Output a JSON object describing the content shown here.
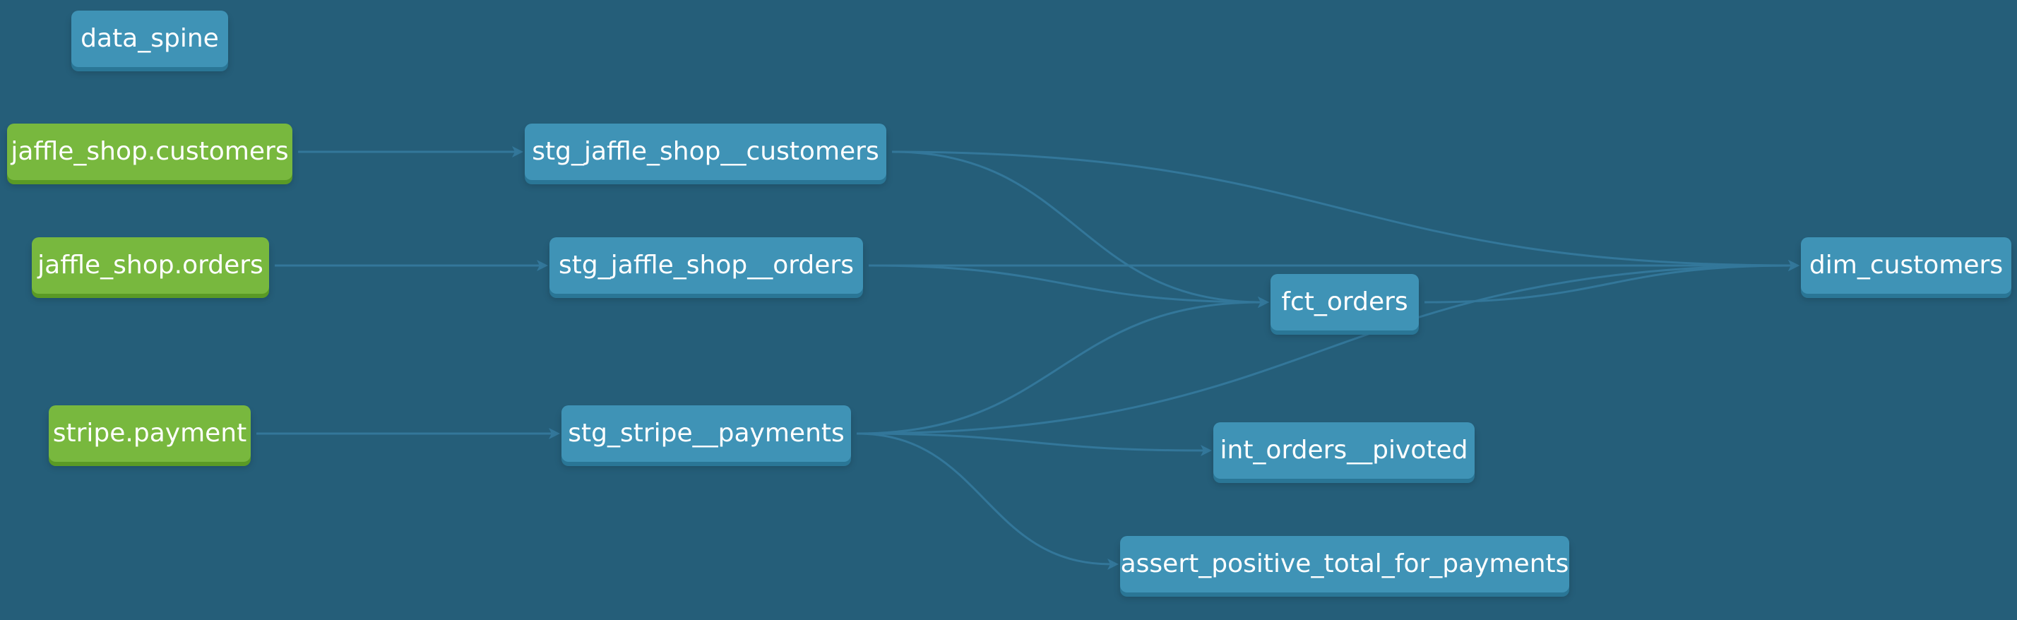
{
  "colors": {
    "background": "#255e79",
    "model_node": "#3f93b6",
    "source_node": "#78b83e",
    "edge": "#33779a"
  },
  "nodes": {
    "data_spine": {
      "label": "data_spine",
      "type": "model"
    },
    "src_customers": {
      "label": "jaffle_shop.customers",
      "type": "source"
    },
    "src_orders": {
      "label": "jaffle_shop.orders",
      "type": "source"
    },
    "src_payment": {
      "label": "stripe.payment",
      "type": "source"
    },
    "stg_customers": {
      "label": "stg_jaffle_shop__customers",
      "type": "model"
    },
    "stg_orders": {
      "label": "stg_jaffle_shop__orders",
      "type": "model"
    },
    "stg_payments": {
      "label": "stg_stripe__payments",
      "type": "model"
    },
    "fct_orders": {
      "label": "fct_orders",
      "type": "model"
    },
    "int_orders_pivoted": {
      "label": "int_orders__pivoted",
      "type": "model"
    },
    "assert_positive": {
      "label": "assert_positive_total_for_payments",
      "type": "model"
    },
    "dim_customers": {
      "label": "dim_customers",
      "type": "model"
    }
  },
  "edges": [
    {
      "from": "src_customers",
      "to": "stg_customers"
    },
    {
      "from": "src_orders",
      "to": "stg_orders"
    },
    {
      "from": "src_payment",
      "to": "stg_payments"
    },
    {
      "from": "stg_customers",
      "to": "dim_customers"
    },
    {
      "from": "stg_customers",
      "to": "fct_orders"
    },
    {
      "from": "stg_orders",
      "to": "dim_customers"
    },
    {
      "from": "stg_orders",
      "to": "fct_orders"
    },
    {
      "from": "stg_payments",
      "to": "fct_orders"
    },
    {
      "from": "stg_payments",
      "to": "dim_customers"
    },
    {
      "from": "stg_payments",
      "to": "int_orders_pivoted"
    },
    {
      "from": "stg_payments",
      "to": "assert_positive"
    },
    {
      "from": "fct_orders",
      "to": "dim_customers"
    }
  ]
}
